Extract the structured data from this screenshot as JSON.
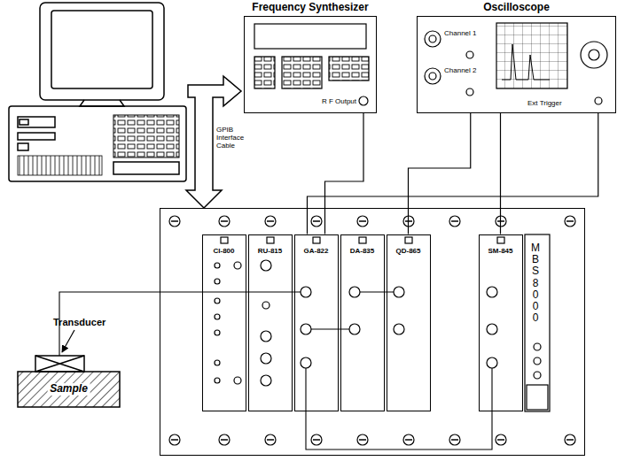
{
  "diagram": {
    "nodes": [
      {
        "text": [
          "Frequency Synthesizer",
          "R F Output"
        ]
      },
      {
        "text": [
          "Oscilloscope",
          "Channel 1",
          "Channel 2",
          "Ext Trigger"
        ]
      },
      {
        "text": [
          "MBS8000"
        ]
      },
      {
        "text": [
          "CI-800"
        ],
        "in": 2
      },
      {
        "text": [
          "RU-815"
        ],
        "in": 2
      },
      {
        "text": [
          "GA-822"
        ],
        "in": 2
      },
      {
        "text": [
          "DA-835"
        ],
        "in": 2
      },
      {
        "text": [
          "QD-865"
        ],
        "in": 2
      },
      {
        "text": [
          "SM-845"
        ],
        "in": 2
      },
      {
        "text": [
          "Sample"
        ]
      }
    ],
    "edges": [
      {
        "from": 0,
        "to": 5,
        "arrow": "none"
      },
      {
        "from": 1,
        "to": 7,
        "arrow": "none"
      },
      {
        "from": 1,
        "to": 8,
        "arrow": "none"
      },
      {
        "from": 1,
        "to": 5,
        "arrow": "none"
      }
    ],
    "labels": [
      "GPIB Interface Cable",
      "Transducer"
    ]
  }
}
